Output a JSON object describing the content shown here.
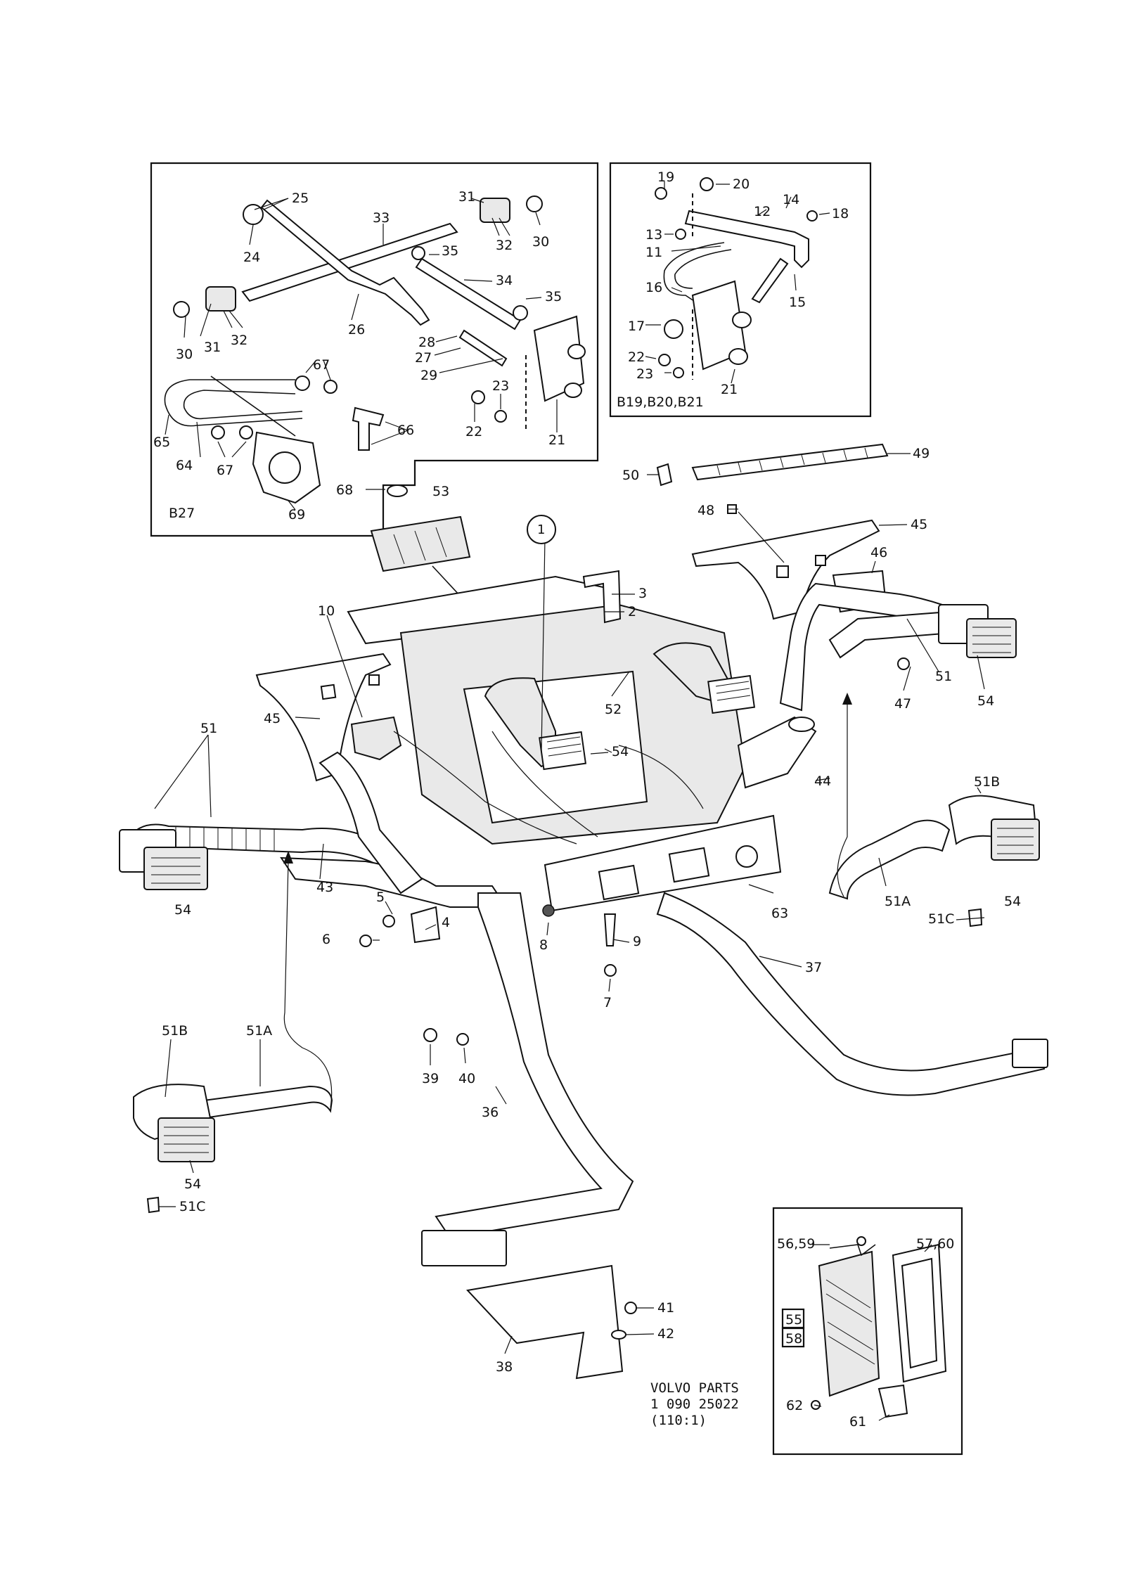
{
  "diagram": {
    "caption": {
      "line1": "VOLVO PARTS",
      "line2": "1 090 25022",
      "line3": "(110:1)"
    },
    "insets": {
      "b27": {
        "label": "B27"
      },
      "b19": {
        "label": "B19,B20,B21"
      }
    },
    "callouts": {
      "c1": "1",
      "c2": "2",
      "c3": "3",
      "c4": "4",
      "c5": "5",
      "c6": "6",
      "c7": "7",
      "c8": "8",
      "c9": "9",
      "c10": "10",
      "c11": "11",
      "c12": "12",
      "c13": "13",
      "c14": "14",
      "c15": "15",
      "c16": "16",
      "c17": "17",
      "c18": "18",
      "c19": "19",
      "c20": "20",
      "c21a": "21",
      "c21b": "21",
      "c22a": "22",
      "c22b": "22",
      "c23a": "23",
      "c23b": "23",
      "c24": "24",
      "c25": "25",
      "c26": "26",
      "c27": "27",
      "c28": "28",
      "c29": "29",
      "c30a": "30",
      "c30b": "30",
      "c31a": "31",
      "c31b": "31",
      "c32a": "32",
      "c32b": "32",
      "c33": "33",
      "c34": "34",
      "c35a": "35",
      "c35b": "35",
      "c36": "36",
      "c37": "37",
      "c38": "38",
      "c39": "39",
      "c40": "40",
      "c41": "41",
      "c42": "42",
      "c43": "43",
      "c44": "44",
      "c45a": "45",
      "c45b": "45",
      "c46": "46",
      "c47": "47",
      "c48": "48",
      "c49": "49",
      "c50": "50",
      "c51a": "51",
      "c51b": "51",
      "c51A1": "51A",
      "c51A2": "51A",
      "c51B1": "51B",
      "c51B2": "51B",
      "c51C1": "51C",
      "c51C2": "51C",
      "c52": "52",
      "c53": "53",
      "c54a": "54",
      "c54b": "54",
      "c54c": "54",
      "c54d": "54",
      "c54e": "54",
      "c55": "55",
      "c56": "56,59",
      "c57": "57,60",
      "c58": "58",
      "c61": "61",
      "c62": "62",
      "c63": "63",
      "c64": "64",
      "c65": "65",
      "c66": "66",
      "c67a": "67",
      "c67b": "67",
      "c68": "68",
      "c69": "69"
    }
  }
}
